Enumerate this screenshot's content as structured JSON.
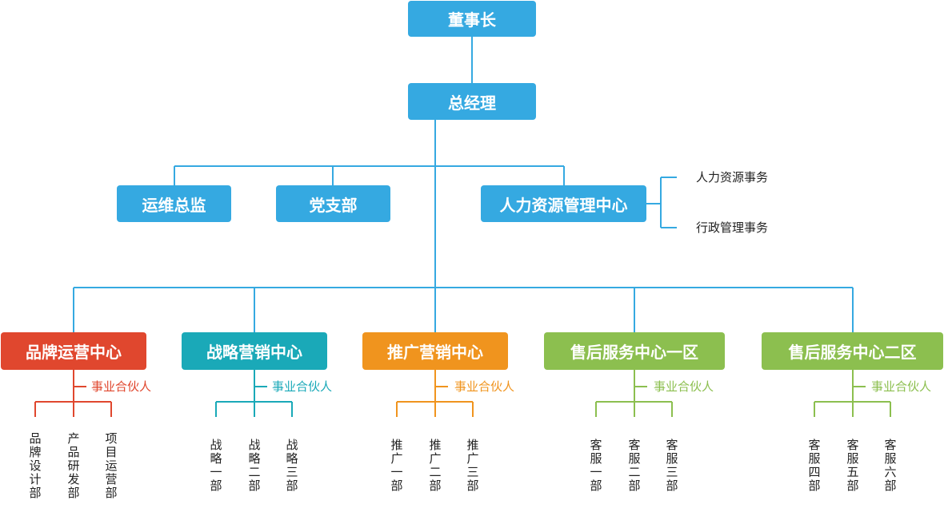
{
  "top": {
    "chairman": "董事长",
    "gm": "总经理"
  },
  "middle": {
    "ops_director": "运维总监",
    "party_branch": "党支部",
    "hr_center": "人力资源管理中心",
    "hr_sub": [
      "人力资源事务",
      "行政管理事务"
    ]
  },
  "centers": [
    {
      "name": "品牌运营中心",
      "partner": "事业合伙人",
      "color": "#e0472e",
      "depts": [
        "品牌设计部",
        "产品研发部",
        "项目运营部"
      ]
    },
    {
      "name": "战略营销中心",
      "partner": "事业合伙人",
      "color": "#1aa9b8",
      "depts": [
        "战略一部",
        "战略二部",
        "战略三部"
      ]
    },
    {
      "name": "推广营销中心",
      "partner": "事业合伙人",
      "color": "#f0941e",
      "depts": [
        "推广一部",
        "推广二部",
        "推广三部"
      ]
    },
    {
      "name": "售后服务中心一区",
      "partner": "事业合伙人",
      "color": "#8cbf4f",
      "depts": [
        "客服一部",
        "客服二部",
        "客服三部"
      ]
    },
    {
      "name": "售后服务中心二区",
      "partner": "事业合伙人",
      "color": "#8cbf4f",
      "depts": [
        "客服四部",
        "客服五部",
        "客服六部"
      ]
    }
  ],
  "colors": {
    "primary": "#35a9e1",
    "text": "#222222"
  }
}
